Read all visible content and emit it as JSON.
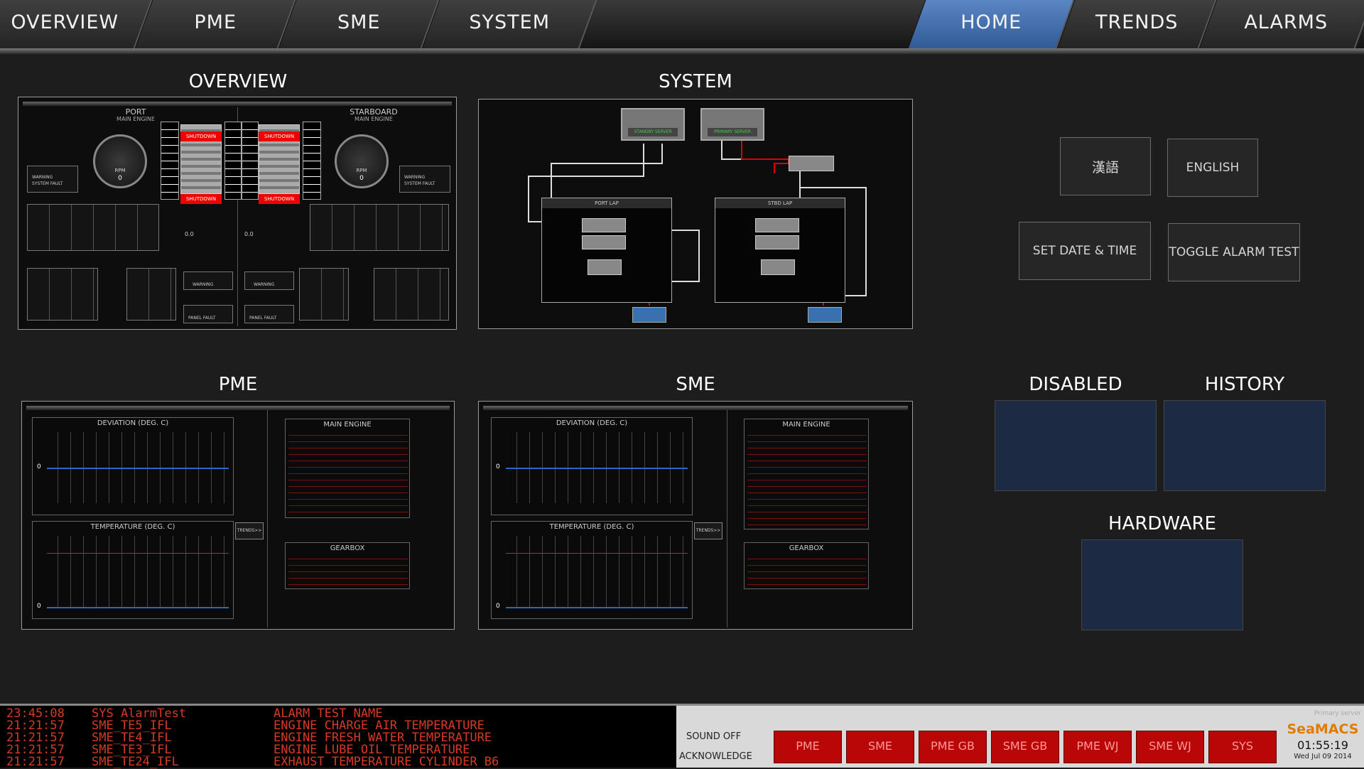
{
  "nav": {
    "left_tabs": [
      "OVERVIEW",
      "PME",
      "SME",
      "SYSTEM"
    ],
    "right_tabs": [
      "HOME",
      "TRENDS",
      "ALARMS"
    ],
    "active": "HOME"
  },
  "sections": {
    "overview": "OVERVIEW",
    "system": "SYSTEM",
    "pme": "PME",
    "sme": "SME",
    "disabled": "DISABLED",
    "history": "HISTORY",
    "hardware": "HARDWARE"
  },
  "buttons": {
    "chinese": "漢語",
    "english": "ENGLISH",
    "set_date_time": "SET DATE & TIME",
    "toggle_alarm_test": "TOGGLE ALARM TEST"
  },
  "overview": {
    "port_label": "PORT",
    "starboard_label": "STARBOARD",
    "main_engine": "MAIN ENGINE",
    "shutdown": "SHUTDOWN",
    "rpm": "RPM",
    "rpm_value": "0",
    "actuator_value": "0.0",
    "warning": "WARNING",
    "system_fault": "SYSTEM FAULT",
    "panel_fault": "PANEL FAULT"
  },
  "system": {
    "server1_status": "STANDBY SERVER",
    "server2_status": "PRIMARY SERVER",
    "port_lap": "PORT LAP",
    "stbd_lap": "STBD LAP"
  },
  "pme": {
    "deviation": "DEVIATION (DEG. C)",
    "temperature": "TEMPERATURE (DEG. C)",
    "main_engine": "MAIN ENGINE",
    "gearbox": "GEARBOX",
    "trends": "TRENDS>>",
    "dev_zero": "0",
    "temp_zero": "0"
  },
  "sme": {
    "deviation": "DEVIATION (DEG. C)",
    "temperature": "TEMPERATURE (DEG. C)",
    "main_engine": "MAIN ENGINE",
    "gearbox": "GEARBOX",
    "trends": "TRENDS>>",
    "dev_zero": "0",
    "temp_zero": "0"
  },
  "alarm_log": [
    {
      "time": "23:45:08",
      "tag": "SYS AlarmTest",
      "desc": "ALARM TEST NAME"
    },
    {
      "time": "21:21:57",
      "tag": "SME_TE5_IFL",
      "desc": "ENGINE CHARGE AIR TEMPERATURE"
    },
    {
      "time": "21:21:57",
      "tag": "SME_TE4_IFL",
      "desc": "ENGINE FRESH WATER TEMPERATURE"
    },
    {
      "time": "21:21:57",
      "tag": "SME_TE3_IFL",
      "desc": "ENGINE LUBE OIL TEMPERATURE"
    },
    {
      "time": "21:21:57",
      "tag": "SME_TE24_IFL",
      "desc": "EXHAUST TEMPERATURE CYLINDER B6"
    }
  ],
  "status_bar": {
    "sound_off": "SOUND OFF",
    "acknowledge": "ACKNOWLEDGE",
    "groups": [
      "PME",
      "SME",
      "PME GB",
      "SME GB",
      "PME WJ",
      "SME WJ",
      "SYS"
    ],
    "primary_server": "Primary server",
    "brand": "SeaMACS",
    "time": "01:55:19",
    "date": "Wed Jul 09 2014"
  },
  "colors": {
    "active_tab": "#3d6aa8",
    "alarm_text": "#d63a24",
    "alarm_button": "#b90606",
    "brand": "#e07b00",
    "tile": "#1c2a44"
  }
}
